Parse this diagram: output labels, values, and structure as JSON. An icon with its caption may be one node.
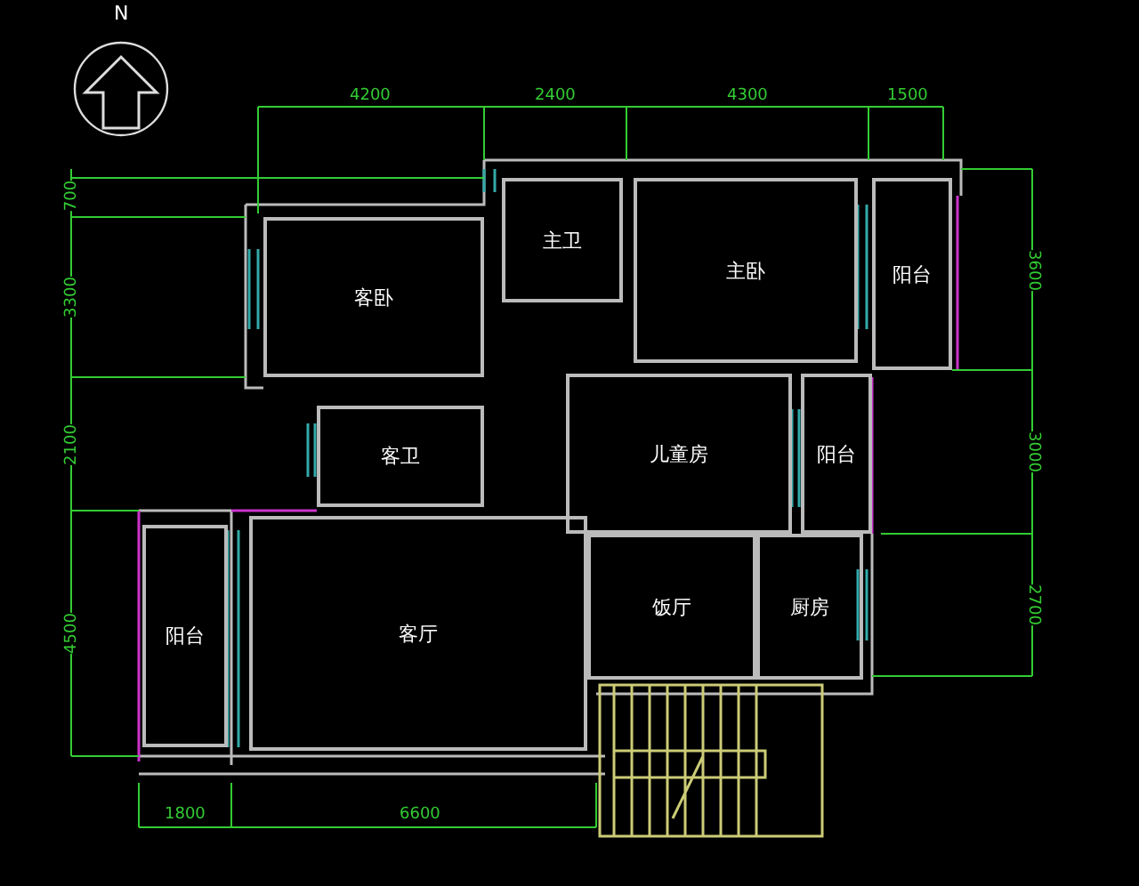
{
  "diagram": {
    "nodes": [
      {
        "text": [
          "客卧"
        ]
      },
      {
        "text": [
          "主卫"
        ]
      },
      {
        "text": [
          "主卧"
        ]
      },
      {
        "text": [
          "阳台"
        ]
      },
      {
        "text": [
          "客卫"
        ]
      },
      {
        "text": [
          "儿童房"
        ]
      },
      {
        "text": [
          "阳台"
        ]
      },
      {
        "text": [
          "阳台"
        ]
      },
      {
        "text": [
          "客厅"
        ]
      },
      {
        "text": [
          "饭厅"
        ]
      },
      {
        "text": [
          "厨房"
        ]
      }
    ],
    "edges": [],
    "labels": [
      "N",
      "4200",
      "2400",
      "4300",
      "1500",
      "700",
      "3300",
      "2100",
      "4500",
      "3600",
      "3000",
      "2700",
      "1800",
      "6600"
    ]
  }
}
